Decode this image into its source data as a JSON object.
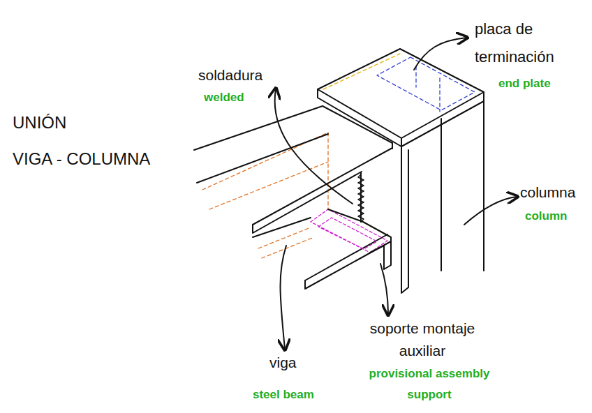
{
  "diagram": {
    "title": "UNIÓN VIGA - COLUMNA",
    "labels": [
      "soldadura",
      "welded",
      "placa de terminación",
      "end plate",
      "columna",
      "column",
      "viga",
      "steel beam",
      "soporte montaje auxiliar",
      "provisional assembly support"
    ]
  }
}
